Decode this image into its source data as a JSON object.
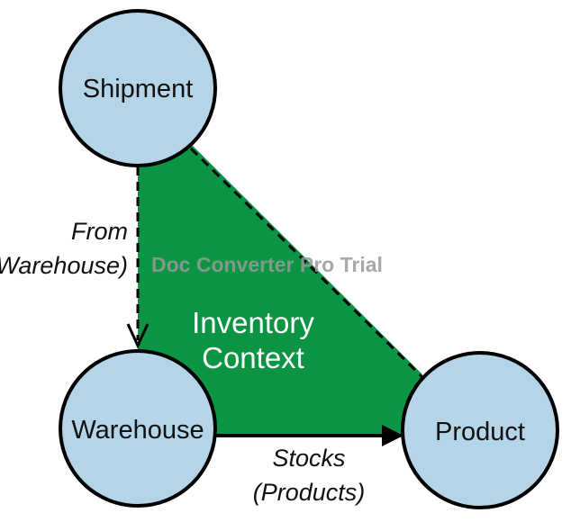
{
  "diagram": {
    "nodes": {
      "shipment": "Shipment",
      "warehouse": "Warehouse",
      "product": "Product"
    },
    "region": {
      "line1": "Inventory",
      "line2": "Context"
    },
    "edges": {
      "from_line1": "From",
      "from_line2": "(Warehouse)",
      "stocks_line1": "Stocks",
      "stocks_line2": "(Products)"
    }
  },
  "watermark": "Doc Converter Pro Trial",
  "colors": {
    "node_fill": "#b4d5e8",
    "region_fill": "#0a9444",
    "stroke": "#000000"
  }
}
